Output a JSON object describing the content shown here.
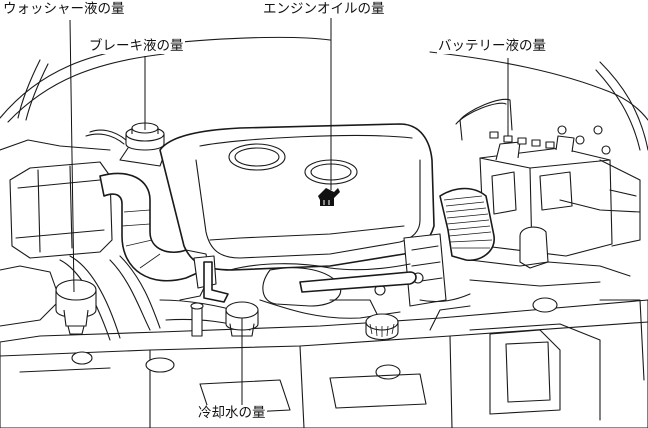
{
  "labels": {
    "washer_fluid": "ウォッシャー液の量",
    "brake_fluid": "ブレーキ液の量",
    "engine_oil": "エンジンオイルの量",
    "battery_fluid": "バッテリー液の量",
    "coolant": "冷却水の量"
  }
}
